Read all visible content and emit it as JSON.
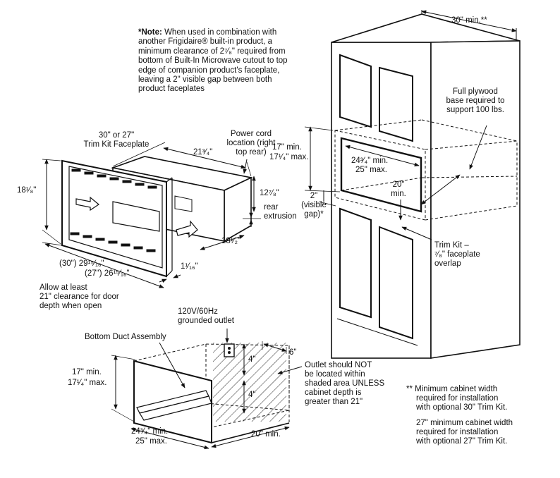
{
  "note": {
    "prefix": "*Note:",
    "text": "When used in combination with another Frigidaire® built-in product, a minimum clearance of 2⁷⁄₈\" required from bottom of Built-In Microwave cutout to top edge of companion product's faceplate, leaving a 2\" visible gap between both product faceplates"
  },
  "cabinet": {
    "width_min": "30\" min.**",
    "plywood_note": [
      "Full plywood",
      "base required to",
      "support 100 lbs."
    ],
    "height_min": "17\" min.",
    "height_max": "17¹⁄₄\" max.",
    "cutout_width_min": "24³⁄₄\" min.",
    "cutout_width_max": "25\" max.",
    "depth_min_line1": "20\"",
    "depth_min_line2": "min.",
    "gap_label": [
      "2\"",
      "(visible",
      "gap)*"
    ],
    "trim_overlap": [
      "Trim Kit –",
      "⁷⁄₈\" faceplate",
      "overlap"
    ]
  },
  "microwave": {
    "faceplate_label": [
      "30\" or 27\"",
      "Trim Kit Faceplate"
    ],
    "height": "18¹⁄₈\"",
    "top_depth": "21³⁄₄\"",
    "power_cord": [
      "Power cord",
      "location (right",
      "top rear)"
    ],
    "rear_height": "12⁷⁄₈\"",
    "rear_extrusion": [
      "rear",
      "extrusion"
    ],
    "body_depth": "18¹⁄₂\"",
    "width_30": "(30\") 29¹⁵⁄₁₆\"",
    "width_27": "(27\") 26¹⁵⁄₁₆\"",
    "faceplate_depth": "1¹⁄₁₆\"",
    "door_clearance": [
      "Allow at least",
      "21\" clearance for door",
      "depth when open"
    ]
  },
  "duct": {
    "outlet_label": [
      "120V/60Hz",
      "grounded outlet"
    ],
    "assembly_label": "Bottom Duct Assembly",
    "height_min": "17\" min.",
    "height_max": "17¹⁄₄\" max.",
    "upper_offset": "4\"",
    "lower_offset": "4\"",
    "side_offset": "6\"",
    "outlet_warning": [
      "Outlet should NOT",
      "be located within",
      "shaded area UNLESS",
      "cabinet depth is",
      "greater than 21\""
    ],
    "width_min": "24³⁄₄\" min.",
    "width_max": "25\" max.",
    "depth_min": "20\" min."
  },
  "footnote": {
    "line_a": [
      "** Minimum cabinet width",
      "required for installation",
      "with optional 30\" Trim Kit."
    ],
    "line_b": [
      "27\" minimum cabinet width",
      "required for installation",
      "with optional 27\" Trim Kit."
    ]
  }
}
